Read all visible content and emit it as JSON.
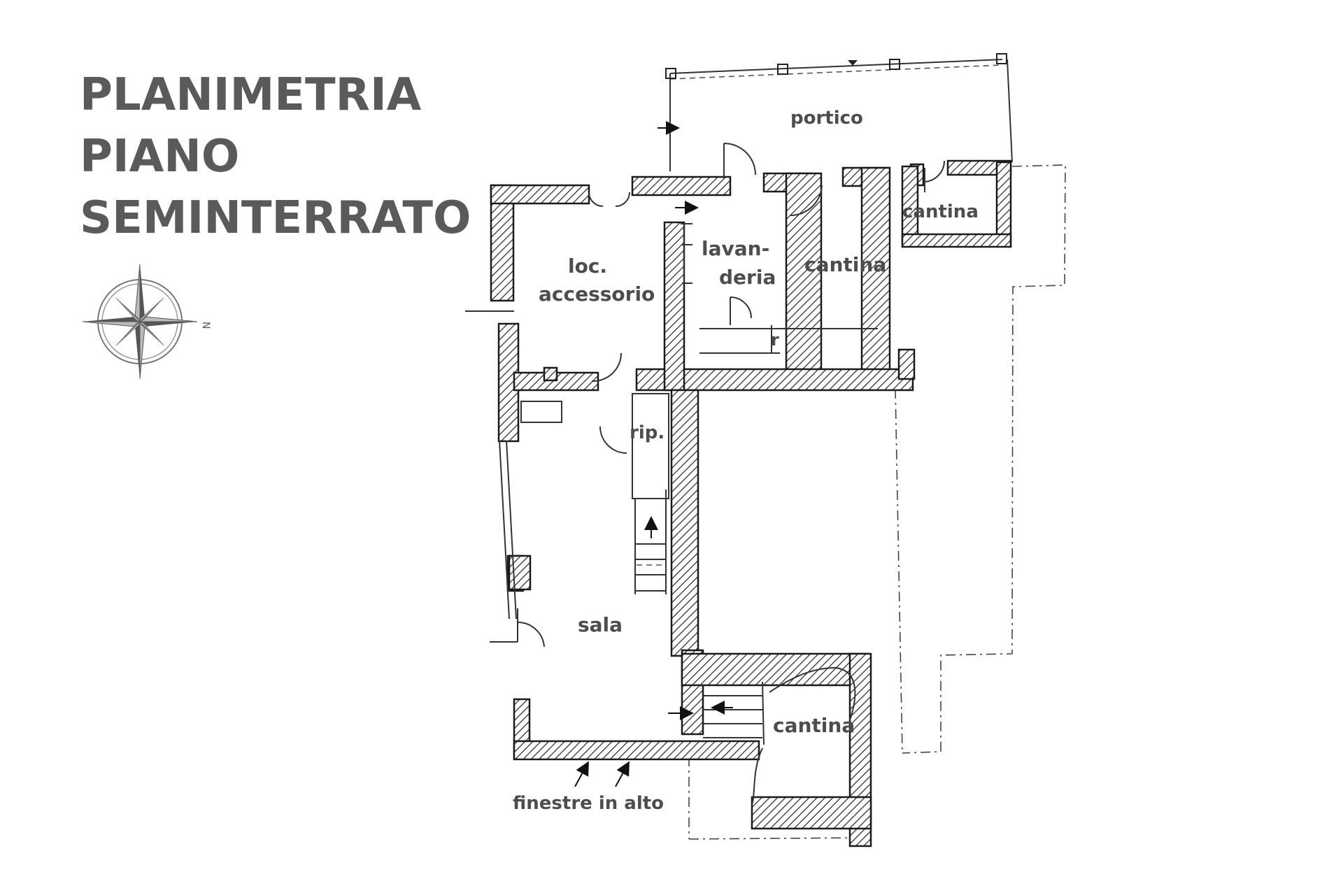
{
  "title": {
    "line1": "PLANIMETRIA",
    "line2": "PIANO",
    "line3": "SEMINTERRATO"
  },
  "compass": {
    "north_label": "N"
  },
  "rooms": {
    "portico": "portico",
    "cantina_small": "cantina",
    "cantina_mid": "cantina",
    "lavanderia_1": "lavan-",
    "lavanderia_2": "deria",
    "loc_1": "loc.",
    "loc_2": "accessorio",
    "rip": "rip.",
    "r": "r",
    "sala": "sala",
    "cantina_bottom": "cantina"
  },
  "annotations": {
    "windows": "finestre in alto"
  },
  "colors": {
    "title": "#5a5a5a",
    "labels": "#4d4d4d",
    "lines": "#1a1a1a"
  }
}
